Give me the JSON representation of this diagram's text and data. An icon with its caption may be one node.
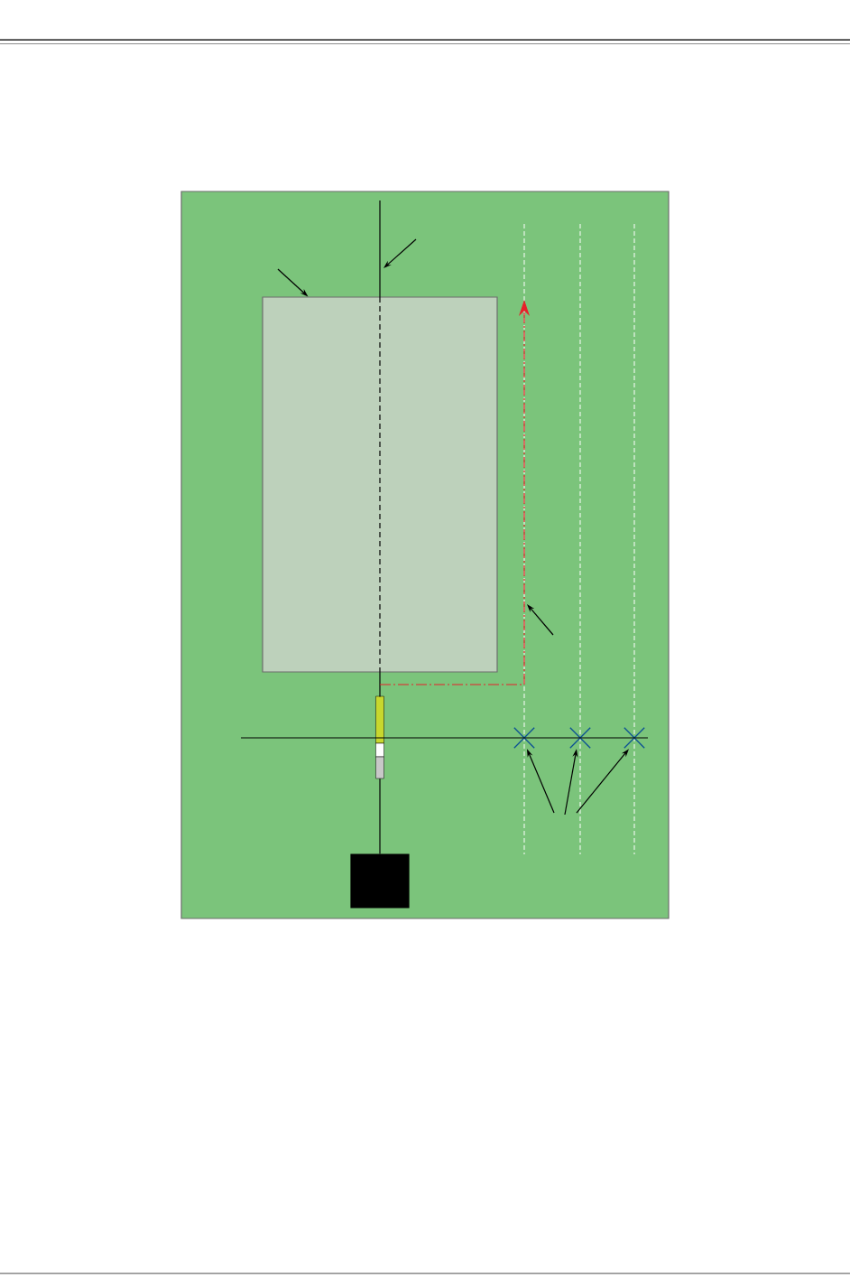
{
  "diagram": {
    "nodes": [
      {
        "text": [],
        "shape": "box"
      },
      {
        "text": [],
        "shape": "box"
      },
      {
        "text": [],
        "shape": "bar"
      },
      {
        "text": [],
        "shape": "cross"
      },
      {
        "text": [],
        "shape": "cross"
      },
      {
        "text": [],
        "shape": "cross"
      },
      {
        "text": [],
        "shape": "line"
      },
      {
        "text": [],
        "shape": "arrow"
      }
    ],
    "edges": [
      {
        "from": 1,
        "to": 2,
        "arrow": "none"
      },
      {
        "from": null,
        "to": 0,
        "arrow": "to"
      },
      {
        "from": null,
        "to": 6,
        "arrow": "to"
      },
      {
        "from": null,
        "to": 7,
        "arrow": "to"
      },
      {
        "from": null,
        "to": 3,
        "arrow": "to"
      },
      {
        "from": null,
        "to": 4,
        "arrow": "to"
      },
      {
        "from": null,
        "to": 5,
        "arrow": "to"
      }
    ]
  }
}
